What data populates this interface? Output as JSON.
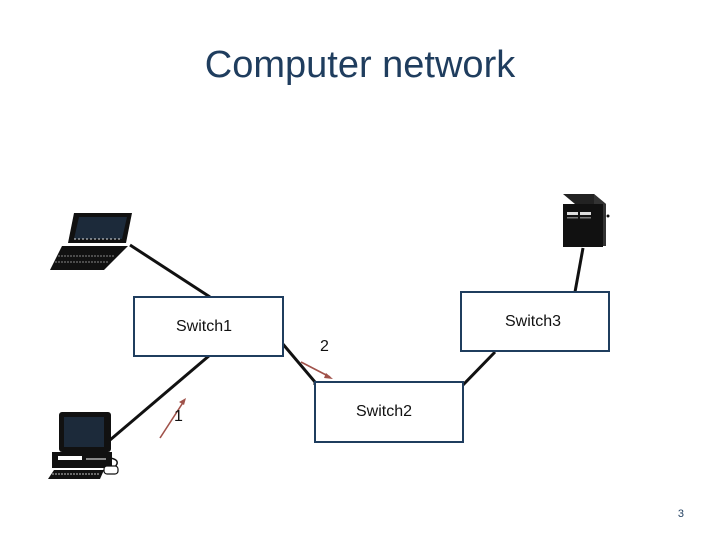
{
  "slide": {
    "title": "Computer network",
    "page_number": "3"
  },
  "switches": {
    "switch1": "Switch1",
    "switch2": "Switch2",
    "switch3": "Switch3"
  },
  "link_labels": {
    "link1": "1",
    "link2": "2"
  },
  "icons": {
    "laptop": "laptop-icon",
    "desktop": "desktop-computer-icon",
    "server": "server-tower-icon"
  },
  "colors": {
    "title": "#1f3d5e",
    "box_border": "#1f3d5e",
    "cable": "#111111",
    "arrow": "#a0524a"
  }
}
